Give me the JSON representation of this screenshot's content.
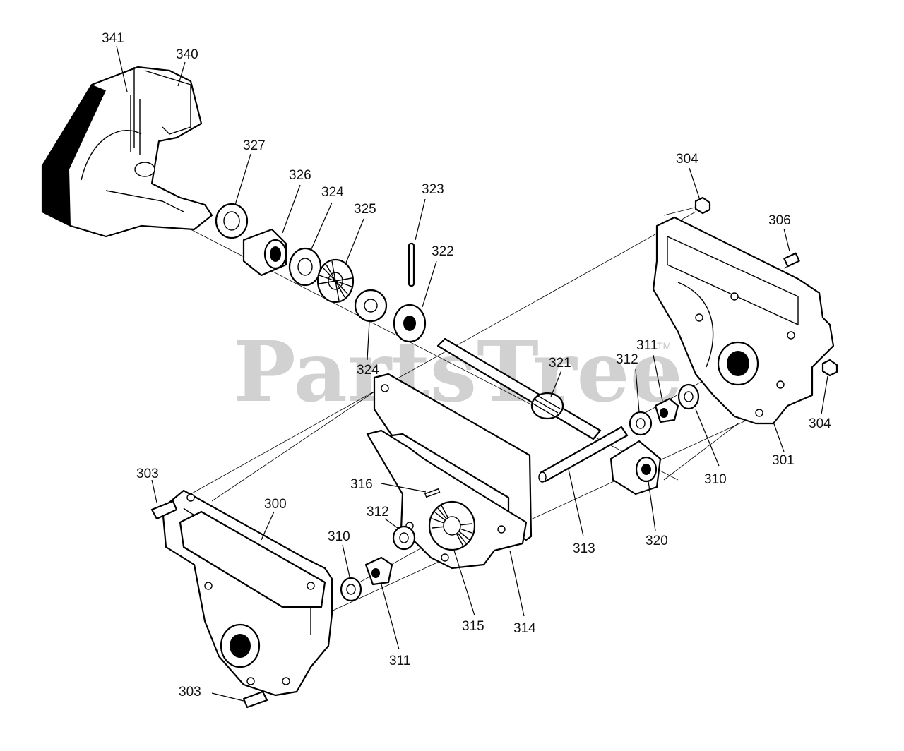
{
  "watermark": {
    "brand": "PartsTree",
    "mark": "TM"
  },
  "callouts": [
    {
      "id": "c341",
      "label": "341"
    },
    {
      "id": "c340",
      "label": "340"
    },
    {
      "id": "c327",
      "label": "327"
    },
    {
      "id": "c326",
      "label": "326"
    },
    {
      "id": "c324a",
      "label": "324"
    },
    {
      "id": "c325",
      "label": "325"
    },
    {
      "id": "c323",
      "label": "323"
    },
    {
      "id": "c322",
      "label": "322"
    },
    {
      "id": "c324b",
      "label": "324"
    },
    {
      "id": "c304a",
      "label": "304"
    },
    {
      "id": "c306",
      "label": "306"
    },
    {
      "id": "c321",
      "label": "321"
    },
    {
      "id": "c312a",
      "label": "312"
    },
    {
      "id": "c311a",
      "label": "311"
    },
    {
      "id": "c304b",
      "label": "304"
    },
    {
      "id": "c301",
      "label": "301"
    },
    {
      "id": "c310a",
      "label": "310"
    },
    {
      "id": "c303a",
      "label": "303"
    },
    {
      "id": "c300",
      "label": "300"
    },
    {
      "id": "c316",
      "label": "316"
    },
    {
      "id": "c312b",
      "label": "312"
    },
    {
      "id": "c310b",
      "label": "310"
    },
    {
      "id": "c313",
      "label": "313"
    },
    {
      "id": "c320",
      "label": "320"
    },
    {
      "id": "c315",
      "label": "315"
    },
    {
      "id": "c314",
      "label": "314"
    },
    {
      "id": "c311b",
      "label": "311"
    },
    {
      "id": "c303b",
      "label": "303"
    }
  ]
}
